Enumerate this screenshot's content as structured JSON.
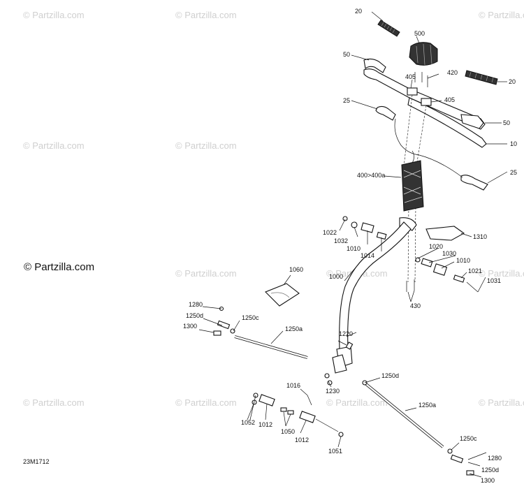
{
  "watermark": {
    "text": "© Partzilla.com",
    "main_text": "© Partzilla.com"
  },
  "diagram_code": "23M1712",
  "callouts": {
    "c20a": "20",
    "c500": "500",
    "c50a": "50",
    "c405a": "405",
    "c420": "420",
    "c20b": "20",
    "c405b": "405",
    "c25a": "25",
    "c50b": "50",
    "c10": "10",
    "c25b": "25",
    "c400": "400>400a",
    "c1022": "1022",
    "c1032": "1032",
    "c1010a": "1010",
    "c1014": "1014",
    "c1310": "1310",
    "c1020": "1020",
    "c1030": "1030",
    "c1010b": "1010",
    "c1021": "1021",
    "c1031": "1031",
    "c430": "430",
    "c1060": "1060",
    "c1000": "1000",
    "c1280a": "1280",
    "c1250d_a": "1250d",
    "c1250c_a": "1250c",
    "c1300a": "1300",
    "c1250a_a": "1250a",
    "c1220": "1220",
    "c1016": "1016",
    "c1230": "1230",
    "c1250d_b": "1250d",
    "c1250a_b": "1250a",
    "c1052": "1052",
    "c1012a": "1012",
    "c1050": "1050",
    "c1012b": "1012",
    "c1051": "1051",
    "c1250c_b": "1250c",
    "c1280b": "1280",
    "c1250d_c": "1250d",
    "c1300b": "1300"
  }
}
